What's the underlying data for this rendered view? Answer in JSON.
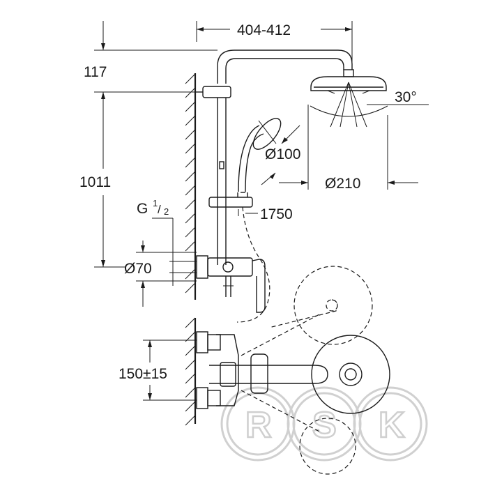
{
  "dimensions": {
    "arm_length": "404-412",
    "arm_height": "117",
    "bar_height": "1011",
    "connection_thread_main": "G",
    "connection_thread_num": "1",
    "connection_thread_den": "2",
    "mixer_diameter": "Ø70",
    "head_tilt": "30°",
    "hand_shower_diameter": "Ø100",
    "head_shower_diameter": "Ø210",
    "hose_length": "1750",
    "inlet_distance": "150±15"
  },
  "watermark": "RSK",
  "colors": {
    "line": "#1a1a1a",
    "watermark": "#cfcfcf"
  }
}
